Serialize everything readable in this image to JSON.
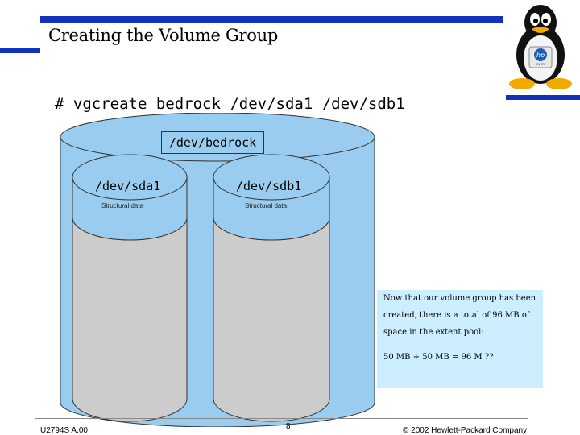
{
  "slide": {
    "title": "Creating the Volume Group",
    "command": "# vgcreate bedrock /dev/sda1 /dev/sdb1"
  },
  "diagram": {
    "volume_group": "/dev/bedrock",
    "physical_volumes": [
      {
        "name": "/dev/sda1",
        "structural": "Structural data"
      },
      {
        "name": "/dev/sdb1",
        "structural": "Structural data"
      }
    ]
  },
  "note": {
    "text": "Now that our volume group has been created, there is a total of 96 MB of space in the extent pool:",
    "formula": "50 MB + 50 MB = 96 M ??"
  },
  "footer": {
    "course": "U2794S A.00",
    "page": "8",
    "copyright": "© 2002 Hewlett-Packard Company"
  },
  "logo": {
    "badge": "hp",
    "badge_caption": "invent"
  },
  "colors": {
    "accent_bar": "#1133bb",
    "vg_fill": "#99ccee",
    "pv_fill": "#cccccc",
    "note_fill": "#cceeff"
  }
}
